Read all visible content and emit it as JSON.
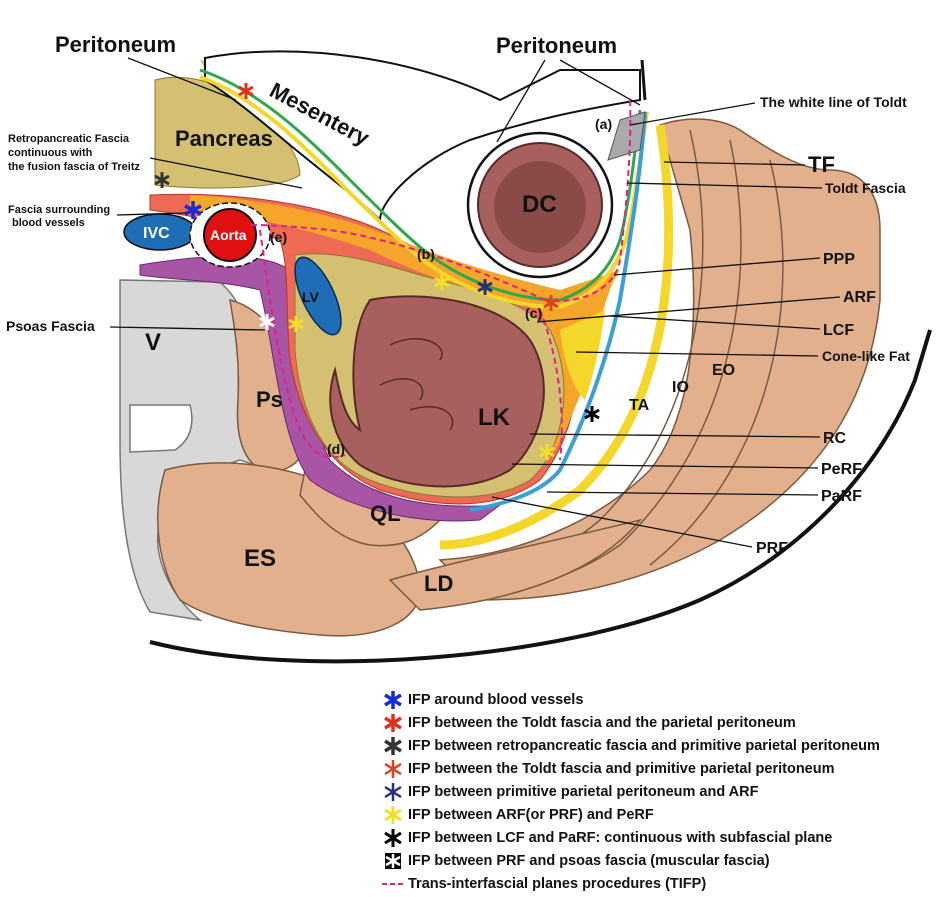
{
  "labels": {
    "peritoneum_left": "Peritoneum",
    "peritoneum_right": "Peritoneum",
    "mesentery": "Mesentery",
    "pancreas": "Pancreas",
    "retropancreatic": "Retropancreatic Fascia continuous with the fusion fascia of Treitz",
    "retropancreatic_l1": "Retropancreatic Fascia",
    "retropancreatic_l2": "continuous with",
    "retropancreatic_l3": "the fusion fascia of Treitz",
    "fascia_vessels_l1": "Fascia surrounding",
    "fascia_vessels_l2": "blood vessels",
    "ivc": "IVC",
    "aorta": "Aorta",
    "dc": "DC",
    "lv": "LV",
    "lk": "LK",
    "v": "V",
    "ps": "Ps",
    "ql": "QL",
    "es": "ES",
    "ld": "LD",
    "ta": "TA",
    "io": "IO",
    "eo": "EO",
    "psoas_fascia": "Psoas Fascia",
    "white_line": "The white line of Toldt",
    "tf": "TF",
    "toldt_fascia": "Toldt Fascia",
    "ppp": "PPP",
    "arf": "ARF",
    "lcf": "LCF",
    "cone_fat": "Cone-like Fat",
    "rc": "RC",
    "perf": "PeRF",
    "parf": "PaRF",
    "prf": "PRF",
    "point_a": "(a)",
    "point_b": "(b)",
    "point_c": "(c)",
    "point_d": "(d)",
    "point_e": "(e)"
  },
  "legend": [
    {
      "symbol": "star-blue",
      "color": "#1a2bd6",
      "text": "IFP around blood vessels"
    },
    {
      "symbol": "star-red",
      "color": "#e0301e",
      "text": "IFP between the Toldt fascia and  the parietal peritoneum"
    },
    {
      "symbol": "star-darkgray",
      "color": "#333333",
      "text": "IFP between retropancreatic fascia and  primitive parietal peritoneum"
    },
    {
      "symbol": "star-orange-red",
      "color": "#e0401e",
      "text": "IFP between the Toldt fascia and  primitive parietal peritoneum"
    },
    {
      "symbol": "star-navy",
      "color": "#2a2f7a",
      "text": "IFP between primitive parietal peritoneum and ARF"
    },
    {
      "symbol": "star-yellow",
      "color": "#f2e028",
      "text": "IFP between ARF(or PRF) and PeRF"
    },
    {
      "symbol": "star-black",
      "color": "#000000",
      "text": "IFP between LCF and PaRF: continuous with subfascial plane"
    },
    {
      "symbol": "star-white-box",
      "color": "#000000",
      "text": "IFP between PRF and psoas fascia (muscular fascia)"
    },
    {
      "symbol": "dashed-line",
      "color": "#e0208a",
      "text": "Trans-interfascial planes procedures (TIFP)"
    }
  ],
  "colors": {
    "muscle": "#e2b08c",
    "bone": "#d8d8d8",
    "kidney": "#a8605e",
    "fat_tan": "#d4c070",
    "prf_purple": "#a855a5",
    "arf_orange": "#f5a52a",
    "red_layer": "#ee6a55",
    "yellow": "#f5d62a",
    "blue_line": "#3a9ed8",
    "green_line": "#2ea84a",
    "lv_blue": "#1f6db5",
    "aorta_red": "#e01010",
    "tifp_pink": "#e0208a"
  }
}
